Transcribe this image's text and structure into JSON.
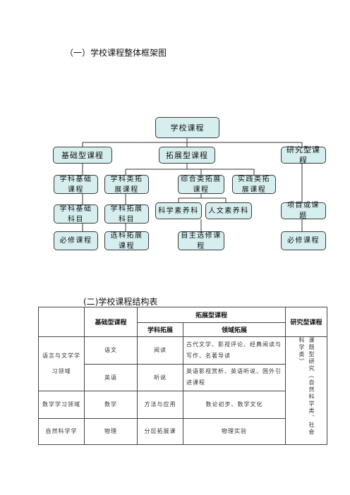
{
  "headings": {
    "framework": "（一）学校课程整体框架图",
    "table": "(二)学校课程结构表"
  },
  "diagram": {
    "root": "学校课程",
    "basic": "基础型课程",
    "extended": "拓展型课程",
    "research": "研究型课程",
    "basic_l1": "学科基础课程",
    "basic_l2": "学科基础科目",
    "basic_l3": "必修课程",
    "subject_ext": "学科类拓展课程",
    "subject_ext_l2": "学科拓展科目",
    "subject_ext_l3": "选科拓展课程",
    "comprehensive_ext": "综合类拓展课程",
    "practice_ext": "实践类拓展课程",
    "science_literacy": "科学素养科",
    "humanities_literacy": "人文素养科",
    "elective": "自主选修课程",
    "project": "项目或课题",
    "research_l3": "必修课程"
  },
  "table": {
    "header": {
      "basic": "基础型课程",
      "extended": "拓展型课程",
      "research": "研究型课程",
      "subject_ext": "学科拓展",
      "domain_ext": "领域拓展"
    },
    "research_col_line1": "课题型研究（自然科学类、社会",
    "research_col_line2": "科学类）",
    "rows": [
      {
        "domain": "语言与文学学习领域",
        "subject": "语文",
        "subject_ext": "阅读",
        "domain_ext": "古代文学、影视评论、经典阅读与写作、名著导读"
      },
      {
        "subject": "英语",
        "subject_ext": "听说",
        "domain_ext": "英语影视赏析、英语听说、国外引进课程"
      },
      {
        "domain": "数学学习领域",
        "subject": "数学",
        "subject_ext": "方法与应用",
        "domain_ext": "数论初步、数学文化"
      },
      {
        "domain": "自然科学学",
        "subject": "物理",
        "subject_ext": "分层拓展课",
        "domain_ext": "物理实验"
      }
    ]
  }
}
